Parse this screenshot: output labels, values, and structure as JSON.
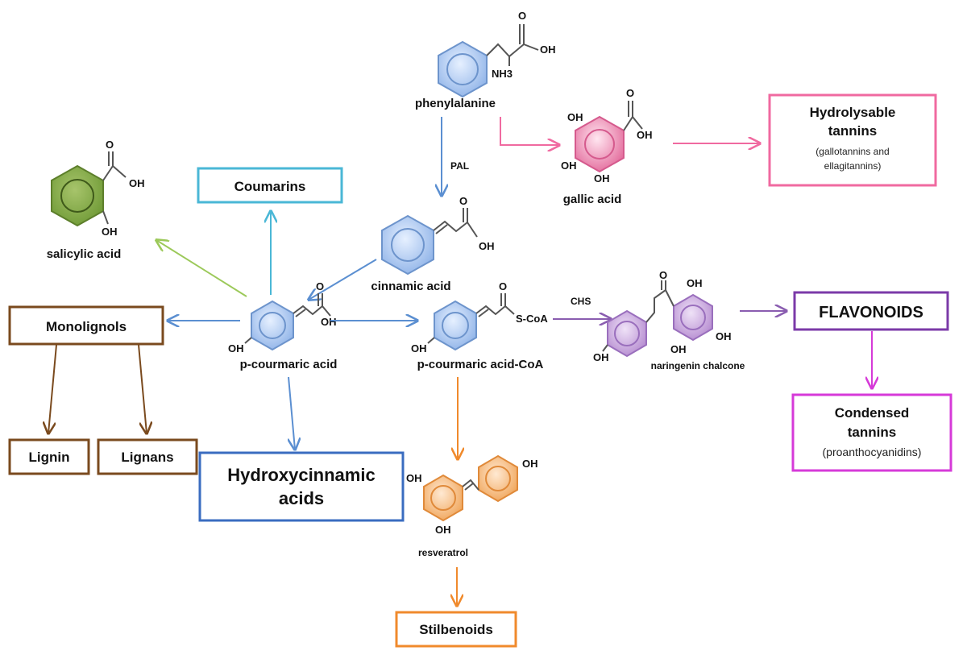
{
  "compounds": {
    "phenylalanine": "phenylalanine",
    "gallic_acid": "gallic acid",
    "salicylic_acid": "salicylic acid",
    "cinnamic_acid": "cinnamic acid",
    "p_coumaric_acid": "p-courmaric acid",
    "p_coumaric_acid_coa": "p-courmaric acid-CoA",
    "naringenin_chalcone": "naringenin chalcone",
    "resveratrol": "resveratrol"
  },
  "enzymes": {
    "pal": "PAL",
    "chs": "CHS"
  },
  "atoms": {
    "oh": "OH",
    "o": "O",
    "nh3": "NH3",
    "scoa": "S-CoA"
  },
  "boxes": {
    "hydrolysable_title_1": "Hydrolysable",
    "hydrolysable_title_2": "tannins",
    "hydrolysable_sub_1": "(gallotannins and",
    "hydrolysable_sub_2": "ellagitannins)",
    "coumarins": "Coumarins",
    "monolignols": "Monolignols",
    "lignin": "Lignin",
    "lignans": "Lignans",
    "hydroxycinnamic_1": "Hydroxycinnamic",
    "hydroxycinnamic_2": "acids",
    "flavonoids": "FLAVONOIDS",
    "condensed_1": "Condensed",
    "condensed_2": "tannins",
    "condensed_sub": "(proanthocyanidins)",
    "stilbenoids": "Stilbenoids"
  },
  "colors": {
    "blue_arrow": "#5b8fd1",
    "pink": "#f06aa0",
    "green": "#9cc95a",
    "cyan": "#4ab7d6",
    "brown": "#7a4a1e",
    "purple": "#8a5db0",
    "magenta": "#d63ad8",
    "orange": "#f08a2c",
    "dark_blue_box": "#3a6cc0"
  }
}
